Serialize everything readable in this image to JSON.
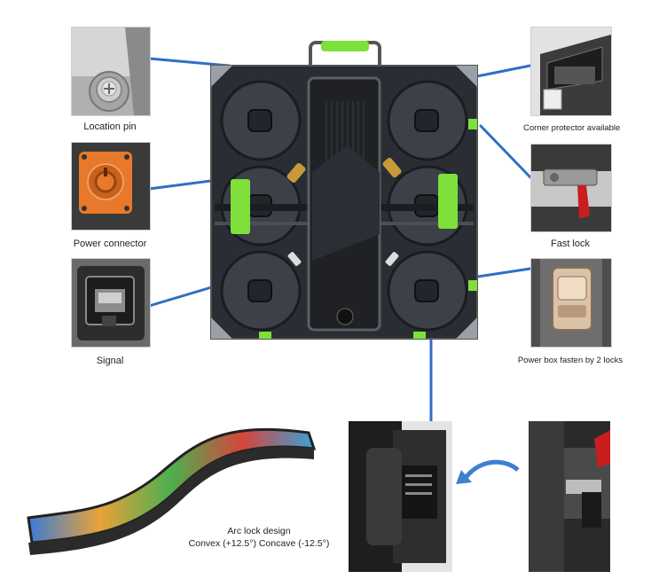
{
  "callouts": {
    "location_pin": "Location pin",
    "power_connector": "Power connector",
    "signal": "Signal",
    "corner_protector": "Corner protector available",
    "fast_lock": "Fast lock",
    "power_box": "Power box fasten by 2 locks"
  },
  "arc": {
    "title": "Arc lock design",
    "detail": "Convex (+12.5°) Concave (-12.5°)"
  },
  "colors": {
    "accent_green": "#7ee03a",
    "leader_blue": "#2f6fc6",
    "connector_orange": "#e8782a",
    "lock_red": "#c81e1e",
    "arrow_blue": "#3d7fd0"
  }
}
